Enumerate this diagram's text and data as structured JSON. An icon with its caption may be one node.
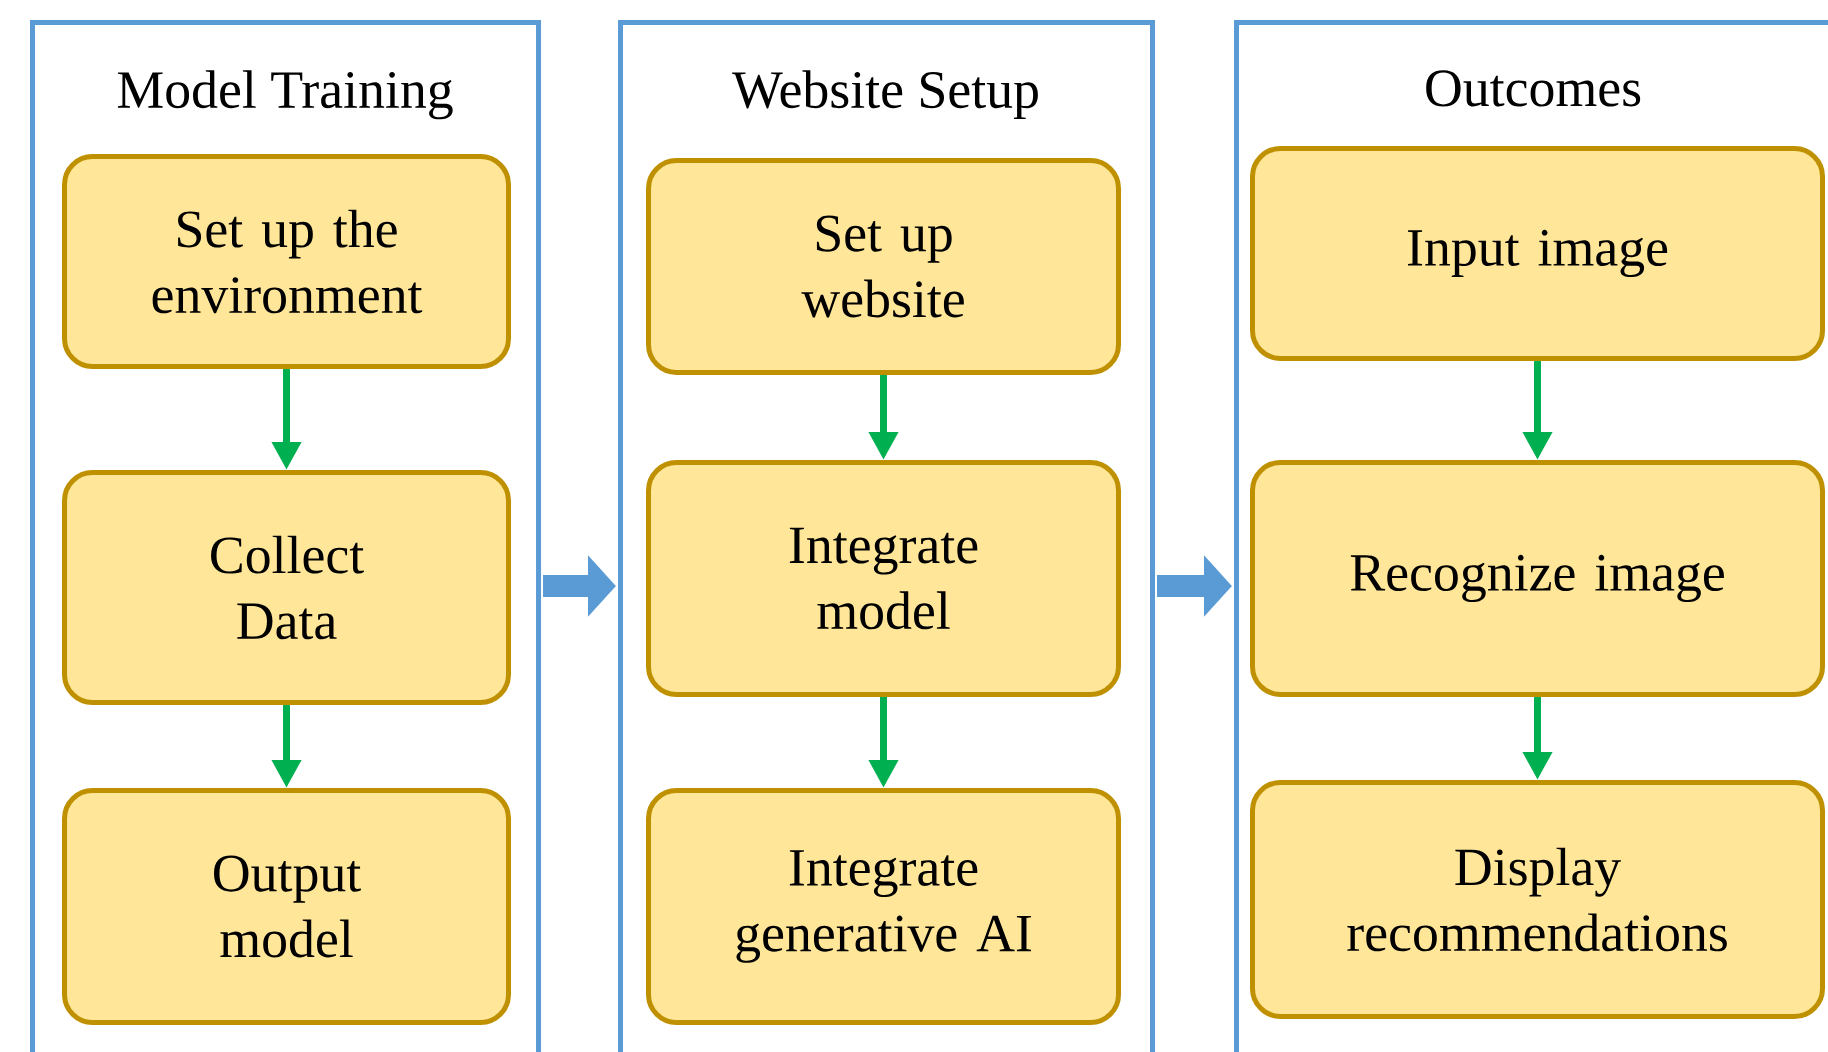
{
  "diagram": {
    "nodes": [
      {
        "text": [
          "Model Training"
        ]
      },
      {
        "text": [
          "Set up the environment"
        ],
        "in": 0
      },
      {
        "text": [
          "Collect Data"
        ],
        "in": 0
      },
      {
        "text": [
          "Output model"
        ],
        "in": 0
      },
      {
        "text": [
          "Website Setup"
        ]
      },
      {
        "text": [
          "Set up website"
        ],
        "in": 4
      },
      {
        "text": [
          "Integrate model"
        ],
        "in": 4
      },
      {
        "text": [
          "Integrate generative AI"
        ],
        "in": 4
      },
      {
        "text": [
          "Outcomes"
        ]
      },
      {
        "text": [
          "Input image"
        ],
        "in": 8
      },
      {
        "text": [
          "Recognize image"
        ],
        "in": 8
      },
      {
        "text": [
          "Display recommendations"
        ],
        "in": 8
      }
    ],
    "edges": [
      {
        "from": 1,
        "to": 2,
        "arrow": "to"
      },
      {
        "from": 2,
        "to": 3,
        "arrow": "to"
      },
      {
        "from": 5,
        "to": 6,
        "arrow": "to"
      },
      {
        "from": 6,
        "to": 7,
        "arrow": "to"
      },
      {
        "from": 9,
        "to": 10,
        "arrow": "to"
      },
      {
        "from": 10,
        "to": 11,
        "arrow": "to"
      },
      {
        "from": 0,
        "to": 4,
        "arrow": "to",
        "style": "thick",
        "color": "#5b9bd5"
      },
      {
        "from": 4,
        "to": 8,
        "arrow": "to",
        "style": "thick",
        "color": "#5b9bd5"
      }
    ]
  }
}
